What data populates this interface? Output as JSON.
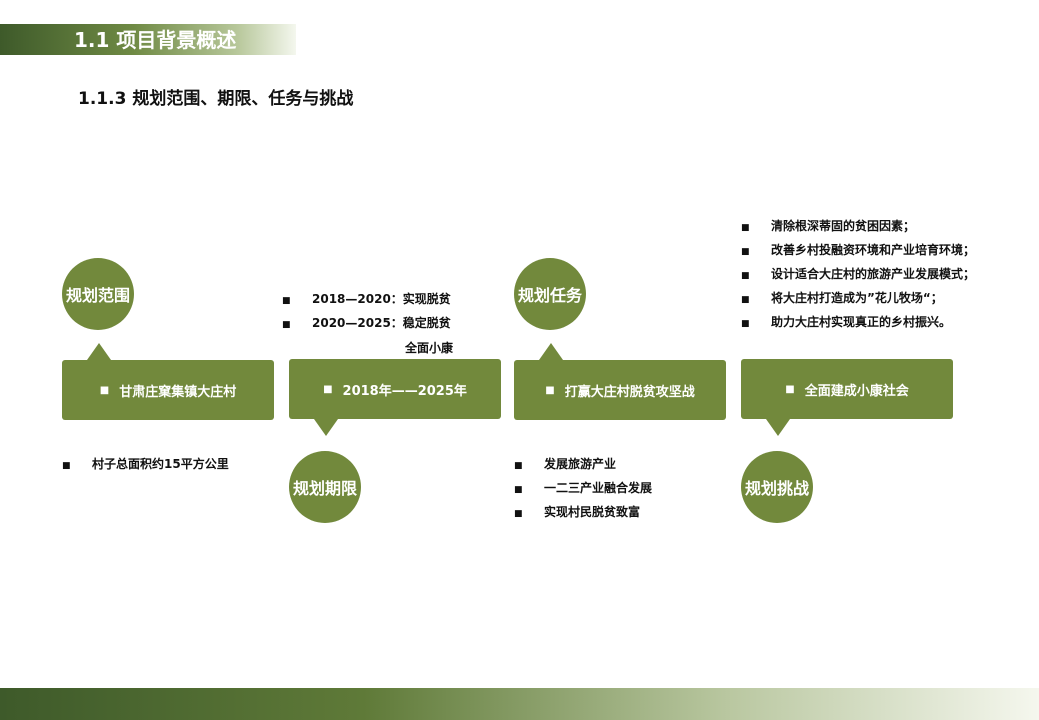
{
  "header": {
    "title": "1.1 项目背景概述"
  },
  "subtitle": "1.1.3 规划范围、期限、任务与挑战",
  "bullet": "■",
  "stages": [
    {
      "circle": "规划范围",
      "bar": "甘肃庄窠集镇大庄村"
    },
    {
      "circle": "规划期限",
      "bar": "2018年——2025年"
    },
    {
      "circle": "规划任务",
      "bar": "打赢大庄村脱贫攻坚战"
    },
    {
      "circle": "规划挑战",
      "bar": "全面建成小康社会"
    }
  ],
  "scope_notes": [
    "村子总面积约15平方公里"
  ],
  "period_notes": [
    "2018—2020：实现脱贫",
    "2020—2025：稳定脱贫"
  ],
  "period_note_continuation": "全面小康",
  "task_notes": [
    "发展旅游产业",
    "一二三产业融合发展",
    "实现村民脱贫致富"
  ],
  "challenge_notes": [
    "清除根深蒂固的贫困因素；",
    "改善乡村投融资环境和产业培育环境；",
    "设计适合大庄村的旅游产业发展模式；",
    "将大庄村打造成为”花儿牧场“；",
    "助力大庄村实现真正的乡村振兴。"
  ],
  "colors": {
    "accent": "#72893c",
    "dark": "#3e5a2a"
  }
}
